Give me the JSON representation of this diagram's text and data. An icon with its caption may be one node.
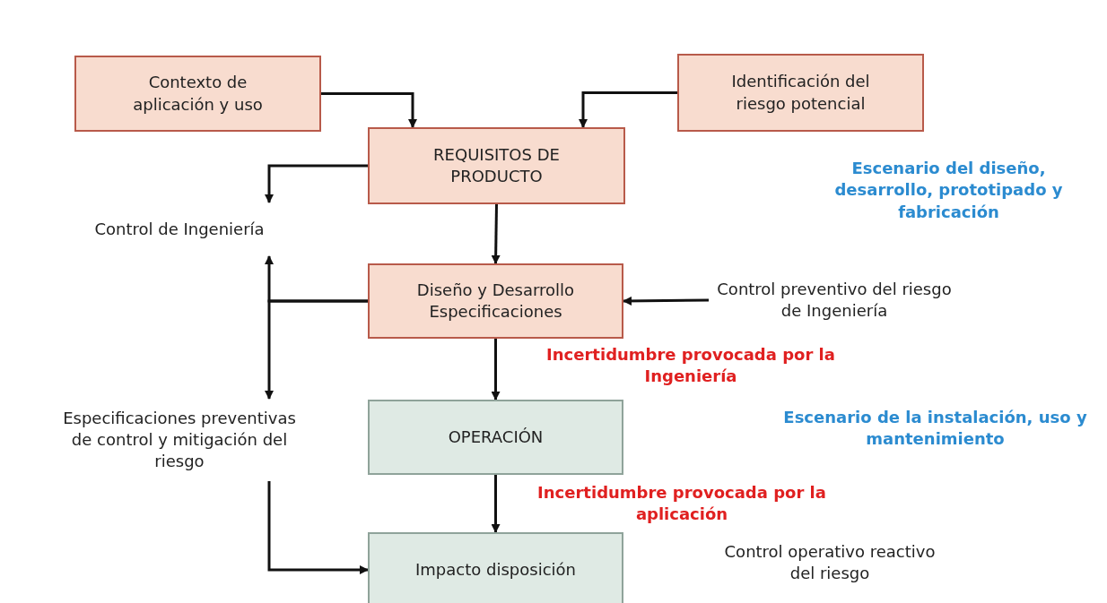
{
  "diagram": {
    "nodes": [
      {
        "text": [
          "Contexto de aplicación y uso"
        ]
      },
      {
        "text": [
          "Identificación del riesgo potencial"
        ]
      },
      {
        "text": [
          "REQUISITOS DE PRODUCTO"
        ]
      },
      {
        "text": [
          "Control de Ingeniería"
        ]
      },
      {
        "text": [
          "Diseño y Desarrollo Especificaciones"
        ]
      },
      {
        "text": [
          "Control preventivo del riesgo de Ingeniería"
        ]
      },
      {
        "text": [
          "OPERACIÓN"
        ]
      },
      {
        "text": [
          "Especificaciones preventivas de control y mitigación del riesgo"
        ]
      },
      {
        "text": [
          "Impacto disposición"
        ]
      }
    ],
    "edges": [
      {
        "from": 0,
        "to": 2,
        "arrow": "to"
      },
      {
        "from": 1,
        "to": 2,
        "arrow": "to"
      },
      {
        "from": 2,
        "to": 3,
        "arrow": "to"
      },
      {
        "from": 2,
        "to": 4,
        "arrow": "to"
      },
      {
        "from": 5,
        "to": 4,
        "arrow": "to"
      },
      {
        "from": 4,
        "to": 3,
        "arrow": "to"
      },
      {
        "from": 4,
        "to": 7,
        "arrow": "to"
      },
      {
        "from": 4,
        "to": 6,
        "arrow": "to"
      },
      {
        "from": 7,
        "to": 8,
        "arrow": "to"
      },
      {
        "from": 6,
        "to": 8,
        "arrow": "to"
      }
    ],
    "labels": [
      "Escenario del diseño, desarrollo, prototipado y fabricación",
      "Incertidumbre provocada por la Ingeniería",
      "Escenario de la instalación, uso y mantenimiento",
      "Incertidumbre provocada por la aplicación",
      "Control operativo reactivo del riesgo"
    ]
  }
}
